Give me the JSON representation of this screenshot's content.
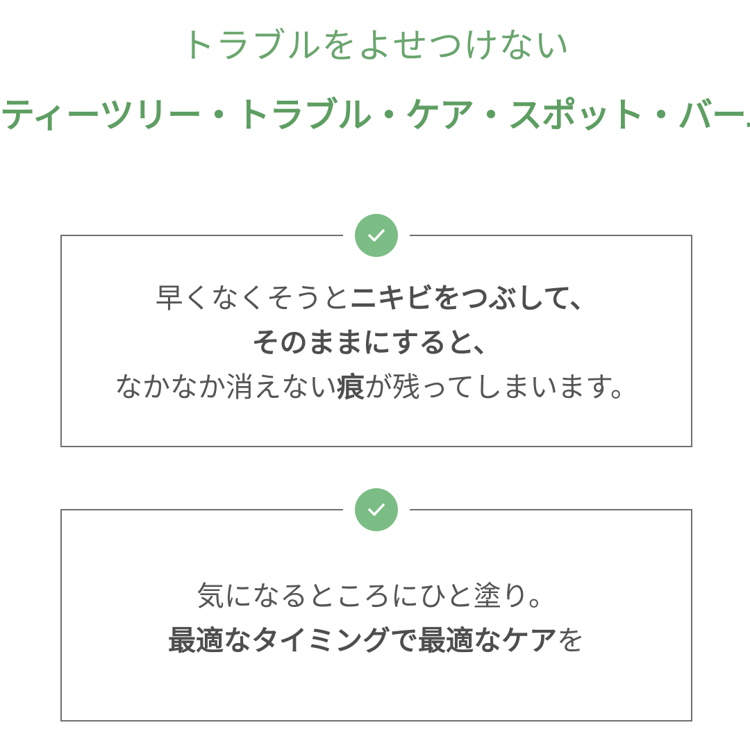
{
  "header": {
    "subtitle": "トラブルをよせつけない",
    "title": "ティーツリー・トラブル・ケア・スポット・バーム"
  },
  "cards": [
    {
      "icon": "check-icon",
      "lines": [
        {
          "normal": "早くなくそうと",
          "bold": "ニキビをつぶして、",
          "tail": ""
        },
        {
          "normal": "",
          "bold": "そのままにすると、",
          "tail": ""
        },
        {
          "normal": "なかなか消えない",
          "bold": "痕",
          "tail": "が残ってしまいます。"
        }
      ]
    },
    {
      "icon": "check-icon",
      "lines": [
        {
          "normal": "気になるところにひと塗り。",
          "bold": "",
          "tail": ""
        },
        {
          "normal": "",
          "bold": "最適なタイミングで最適なケア",
          "tail": "を"
        }
      ]
    }
  ],
  "colors": {
    "accent_green": "#5e9e62",
    "badge_green": "#7bbd84",
    "text_gray": "#555555",
    "border_gray": "#6f6f6f"
  }
}
